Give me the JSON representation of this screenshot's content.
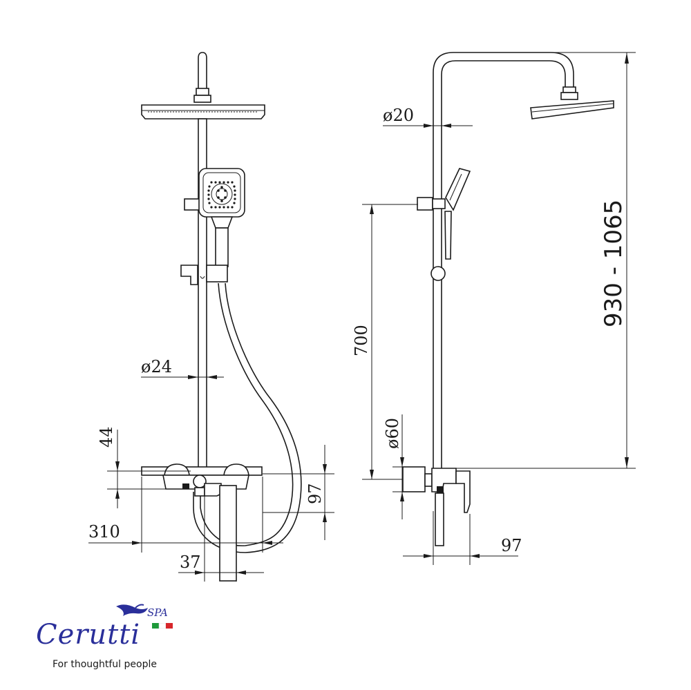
{
  "dimensions": {
    "front_rail_diameter": "ø24",
    "front_upper_offset": "44",
    "front_lower_height": "97",
    "front_width": "310",
    "front_spout_offset": "37",
    "side_pipe_diameter": "ø20",
    "side_rail_height": "700",
    "side_body_diameter": "ø60",
    "side_projection": "97",
    "side_total_height": "930 - 1065"
  },
  "brand": {
    "name": "Cerutti",
    "spa": "SPA",
    "tagline": "For thoughtful people",
    "flag_colors": [
      "#1e9a3a",
      "#ffffff",
      "#d7262b"
    ],
    "logo_color": "#2a2f9a"
  }
}
